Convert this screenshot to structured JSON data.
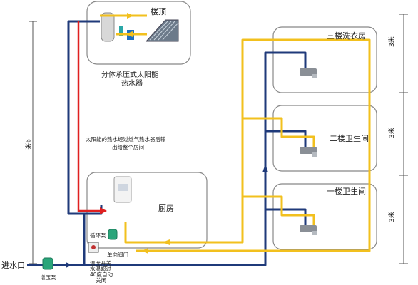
{
  "rooms": {
    "rooftop": "楼顶",
    "laundry_3f": "三楼洗衣房",
    "bathroom_2f": "二楼卫生间",
    "bathroom_1f": "一楼卫生间",
    "kitchen": "厨房"
  },
  "labels": {
    "solar_heater_line1": "分体承压式太阳能",
    "solar_heater_line2": "热水器",
    "note_line1": "太阳能的热水经过燃气热水器后输",
    "note_line2": "出给整个房间",
    "inlet": "进水口",
    "booster_pump": "增压泵",
    "circulation_pump": "循环泵",
    "check_valve": "单向阀门",
    "temp_switch_line1": "温度开关",
    "temp_switch_line2": "水温超过",
    "temp_switch_line3": "40度自动",
    "temp_switch_line4": "关闭"
  },
  "dimensions": {
    "total_height": "9米",
    "floor_3": "3米",
    "floor_2": "3米",
    "floor_1": "3米"
  },
  "colors": {
    "cold_pipe": "#1f3a7a",
    "hot_pipe": "#f2c01e",
    "arrow_hot": "#f2c01e",
    "arrow_red": "#e02020",
    "room_border": "#888888"
  }
}
